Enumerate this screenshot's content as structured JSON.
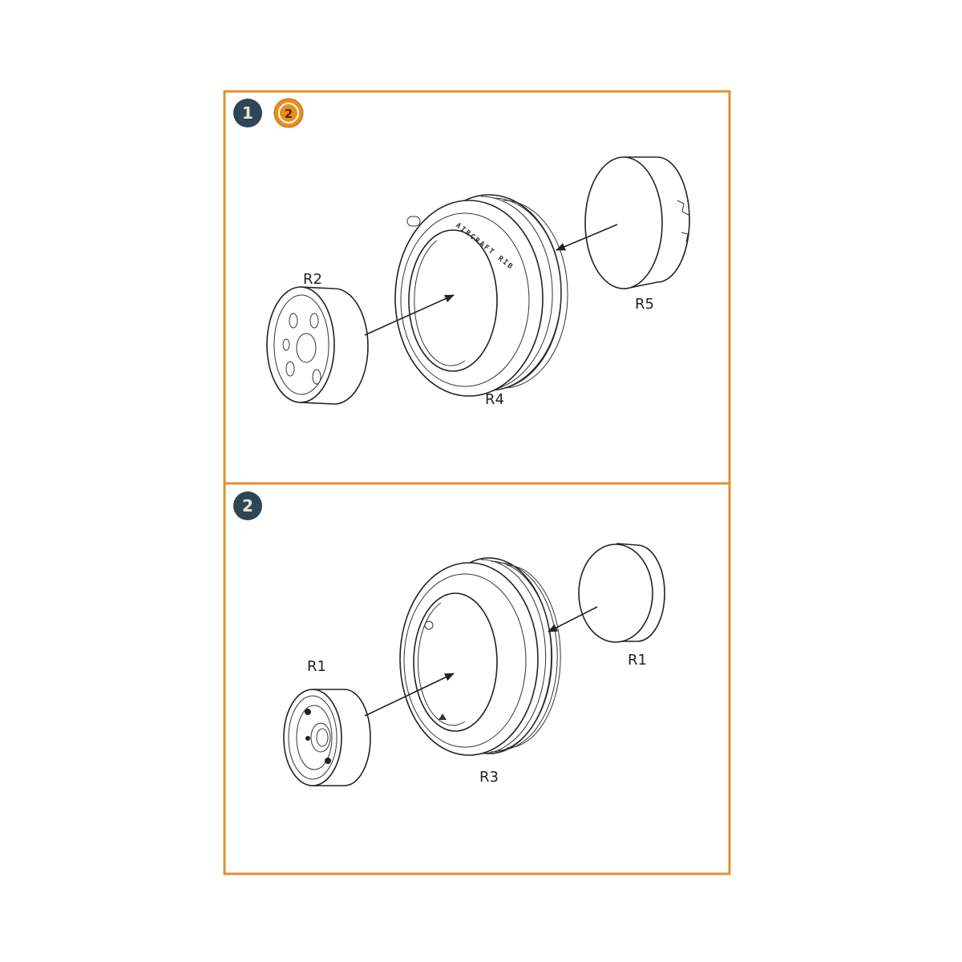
{
  "colors": {
    "frame": "#e0902c",
    "step_badge": "#2d4756",
    "optional_badge": "#e88f1d",
    "line": "#222222"
  },
  "steps": [
    {
      "number": "1",
      "linked_step": "2",
      "linked_step_icon": "repeat-step-icon",
      "parts": {
        "hub": "R2",
        "tire": "R4",
        "cap": "R5"
      },
      "tire_marking": "AIRCRAFT RIB"
    },
    {
      "number": "2",
      "parts": {
        "hub": "R1",
        "tire": "R3",
        "cap": "R1"
      }
    }
  ]
}
